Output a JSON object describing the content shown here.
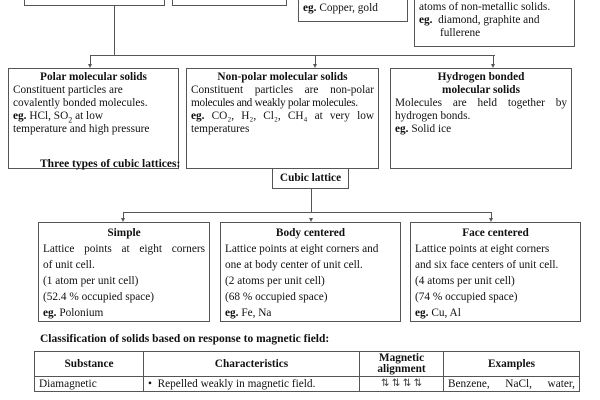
{
  "top": {
    "metallic_eg": "Copper, gold",
    "covalent_line": "atoms of non-metallic solids.",
    "covalent_eg": "diamond, graphite and",
    "covalent_eg2": "fullerene"
  },
  "eg_label": "eg.",
  "molecular": [
    {
      "title": "Polar molecular solids",
      "lines": [
        "Constituent particles are",
        "covalently bonded molecules."
      ],
      "eg": "HCl, SO",
      "eg_sub": "2",
      "eg_rest": " at low",
      "eg_line2": "temperature and high pressure"
    },
    {
      "title": "Non-polar molecular solids",
      "lines": [
        "Constituent particles are non-polar",
        "molecules and weakly polar molecules."
      ],
      "eg": "CO₂, H₂, Cl₂, CH₄ at very low",
      "eg_line2": "temperatures"
    },
    {
      "title": "Hydrogen bonded",
      "title2": "molecular solids",
      "lines": [
        "Molecules are held together by",
        "hydrogen bonds."
      ],
      "eg": "Solid ice"
    }
  ],
  "lattice_heading": "Three types of cubic lattices:",
  "cubic_lattice": "Cubic lattice",
  "lattices": [
    {
      "title": "Simple",
      "lines": [
        "Lattice points at eight corners",
        "of unit cell.",
        "(1 atom per unit cell)",
        "(52.4 % occupied space)"
      ],
      "eg": "Polonium"
    },
    {
      "title": "Body centered",
      "lines": [
        "Lattice points at eight corners and",
        "one at body center of unit cell.",
        "(2 atoms per unit cell)",
        "(68 % occupied space)"
      ],
      "eg": "Fe, Na"
    },
    {
      "title": "Face centered",
      "lines": [
        "Lattice points at eight corners",
        "and six face centers of unit cell.",
        "(4 atoms per unit cell)",
        "(74 % occupied space)"
      ],
      "eg": "Cu, Al"
    }
  ],
  "magnetic_heading": "Classification of solids based on response to magnetic field:",
  "table": {
    "headers": [
      "Substance",
      "Characteristics",
      "Magnetic",
      "alignment",
      "Examples"
    ],
    "rows": [
      {
        "substance": "Diamagnetic",
        "characteristic": "Repelled weakly in magnetic field.",
        "alignment": "⇅ ⇅ ⇅ ⇅",
        "examples": "Benzene, NaCl, water,"
      }
    ]
  }
}
